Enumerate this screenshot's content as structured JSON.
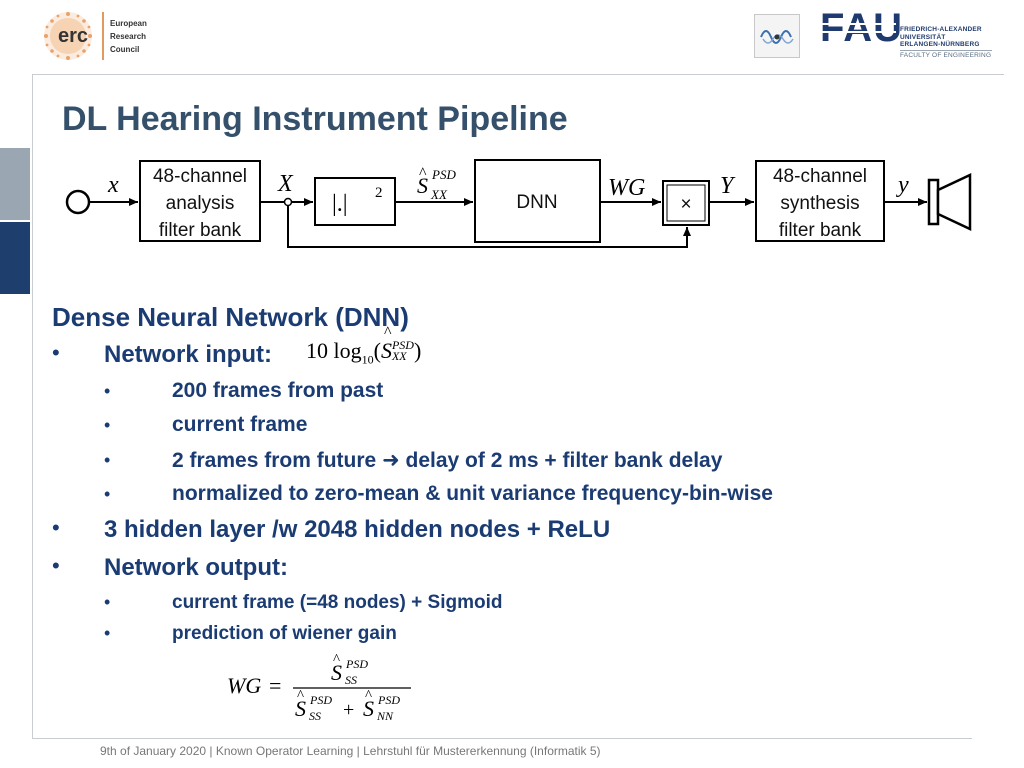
{
  "header": {
    "erc_logo": {
      "mark": "erc",
      "lines": [
        "European",
        "Research",
        "Council"
      ]
    },
    "fau_logo": {
      "mark": "FAU",
      "lines": [
        "FRIEDRICH-ALEXANDER",
        "UNIVERSITÄT",
        "ERLANGEN-NÜRNBERG"
      ],
      "faculty": "FACULTY OF ENGINEERING"
    },
    "lab_icon": "signal-wave-icon"
  },
  "colors": {
    "title": "#35506b",
    "text": "#1b3b73",
    "sidebar_light": "#9aa6b2",
    "sidebar_dark": "#1e3f6e",
    "frame": "#c9cdd2"
  },
  "slide": {
    "title": "DL Hearing Instrument Pipeline",
    "diagram": {
      "signals": {
        "x": "x",
        "X": "X",
        "S": "S",
        "S_sup": "PSD",
        "S_sub": "XX",
        "WG": "WG",
        "Y": "Y",
        "y": "y"
      },
      "blocks": {
        "analysis": [
          "48-channel",
          "analysis",
          "filter bank"
        ],
        "abs_sq": "|.|",
        "abs_sq_exp": "2",
        "dnn": "DNN",
        "mult": "×",
        "synthesis": [
          "48-channel",
          "synthesis",
          "filter bank"
        ]
      }
    },
    "section_title": "Dense Neural Network (DNN)",
    "bullets": {
      "b1_label": "Network input:",
      "b1_formula": {
        "pre": "10 log",
        "sub": "10",
        "S": "S",
        "sup": "PSD",
        "Ssub": "XX"
      },
      "b1_subs": [
        "200 frames from past",
        "current frame",
        "2 frames from future",
        "delay of 2 ms + filter bank delay",
        "normalized to zero-mean & unit variance frequency-bin-wise"
      ],
      "b2_label": "3 hidden layer /w 2048 hidden nodes + ReLU",
      "b3_label": "Network output:",
      "b3_subs": [
        "current frame (=48 nodes) + Sigmoid",
        "prediction of wiener gain"
      ],
      "wg_formula": {
        "lhs": "WG",
        "num": "S",
        "num_sup": "PSD",
        "num_sub": "SS",
        "den1": "S",
        "den1_sup": "PSD",
        "den1_sub": "SS",
        "den2": "S",
        "den2_sup": "PSD",
        "den2_sub": "NN"
      }
    }
  },
  "footer": {
    "date": "9th of January 2020",
    "course": "Known Operator Learning",
    "chair": "Lehrstuhl für Mustererkennung (Informatik 5)"
  }
}
